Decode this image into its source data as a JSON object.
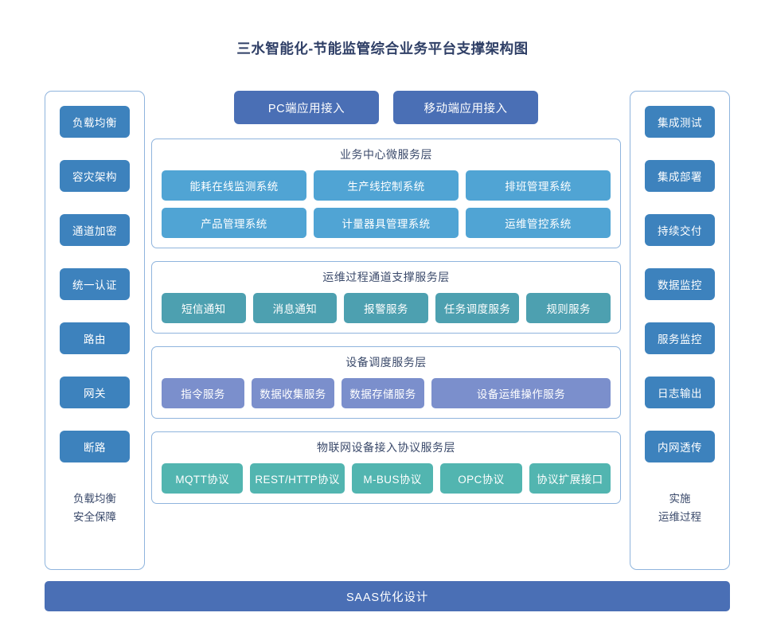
{
  "title": "三水智能化-节能监管综合业务平台支撑架构图",
  "colors": {
    "title": "#2f3f66",
    "panel_border": "#8fb4dd",
    "sidebar_chip": "#3d82bd",
    "entry_button": "#4a6fb5",
    "business_node": "#50a4d4",
    "ops_node": "#4da0b0",
    "device_node": "#7b8fcc",
    "protocol_node": "#52b5b0",
    "bottom_bar": "#4a6fb5",
    "background": "#ffffff"
  },
  "left_panel": {
    "items": [
      {
        "label": "负载均衡"
      },
      {
        "label": "容灾架构"
      },
      {
        "label": "通道加密"
      },
      {
        "label": "统一认证"
      },
      {
        "label": "路由"
      },
      {
        "label": "网关"
      },
      {
        "label": "断路"
      }
    ],
    "footer": [
      "负载均衡",
      "安全保障"
    ]
  },
  "right_panel": {
    "items": [
      {
        "label": "集成测试"
      },
      {
        "label": "集成部署"
      },
      {
        "label": "持续交付"
      },
      {
        "label": "数据监控"
      },
      {
        "label": "服务监控"
      },
      {
        "label": "日志输出"
      },
      {
        "label": "内网透传"
      }
    ],
    "footer": [
      "实施",
      "运维过程"
    ]
  },
  "entry_buttons": [
    {
      "label": "PC端应用接入"
    },
    {
      "label": "移动端应用接入"
    }
  ],
  "layers": [
    {
      "id": "business",
      "title": "业务中心微服务层",
      "nodes": [
        {
          "label": "能耗在线监测系统"
        },
        {
          "label": "生产线控制系统"
        },
        {
          "label": "排班管理系统"
        },
        {
          "label": "产品管理系统"
        },
        {
          "label": "计量器具管理系统"
        },
        {
          "label": "运维管控系统"
        }
      ]
    },
    {
      "id": "ops",
      "title": "运维过程通道支撑服务层",
      "nodes": [
        {
          "label": "短信通知"
        },
        {
          "label": "消息通知"
        },
        {
          "label": "报警服务"
        },
        {
          "label": "任务调度服务"
        },
        {
          "label": "规则服务"
        }
      ]
    },
    {
      "id": "device",
      "title": "设备调度服务层",
      "nodes": [
        {
          "label": "指令服务"
        },
        {
          "label": "数据收集服务"
        },
        {
          "label": "数据存储服务"
        },
        {
          "label": "设备运维操作服务"
        }
      ]
    },
    {
      "id": "protocol",
      "title": "物联网设备接入协议服务层",
      "nodes": [
        {
          "label": "MQTT协议"
        },
        {
          "label": "REST/HTTP协议"
        },
        {
          "label": "M-BUS协议"
        },
        {
          "label": "OPC协议"
        },
        {
          "label": "协议扩展接口"
        }
      ]
    }
  ],
  "bottom_bar": {
    "label": "SAAS优化设计"
  }
}
